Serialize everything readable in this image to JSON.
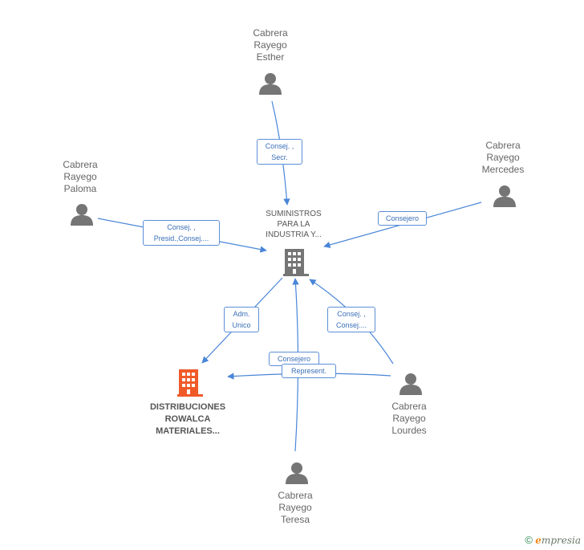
{
  "nodes": {
    "esther": {
      "lines": [
        "Cabrera",
        "Rayego",
        "Esther"
      ]
    },
    "mercedes": {
      "lines": [
        "Cabrera",
        "Rayego",
        "Mercedes"
      ]
    },
    "paloma": {
      "lines": [
        "Cabrera",
        "Rayego",
        "Paloma"
      ]
    },
    "lourdes": {
      "lines": [
        "Cabrera",
        "Rayego",
        "Lourdes"
      ]
    },
    "teresa": {
      "lines": [
        "Cabrera",
        "Rayego",
        "Teresa"
      ]
    },
    "suministros": {
      "lines": [
        "SUMINISTROS",
        "PARA LA",
        "INDUSTRIA Y..."
      ]
    },
    "distribuciones": {
      "lines": [
        "DISTRIBUCIONES",
        "ROWALCA",
        "MATERIALES..."
      ]
    }
  },
  "edges": {
    "esther": {
      "lines": [
        "Consej. ,",
        "Secr."
      ]
    },
    "mercedes": {
      "lines": [
        "Consejero"
      ]
    },
    "paloma": {
      "lines": [
        "Consej. ,",
        "Presid.,Consej...."
      ]
    },
    "adm": {
      "lines": [
        "Adm.",
        "Unico"
      ]
    },
    "lourdes_sum": {
      "lines": [
        "Consej. ,",
        "Consej...."
      ]
    },
    "teresa": {
      "lines": [
        "Consejero"
      ]
    },
    "lourdes_dist": {
      "lines": [
        "Represent."
      ]
    }
  },
  "colors": {
    "edge": "#4a86d8",
    "person": "#757575",
    "company": "#757575",
    "focus": "#f05a28"
  },
  "footer": {
    "copyright": "©",
    "brand_initial": "e",
    "brand_rest": "mpresia"
  }
}
